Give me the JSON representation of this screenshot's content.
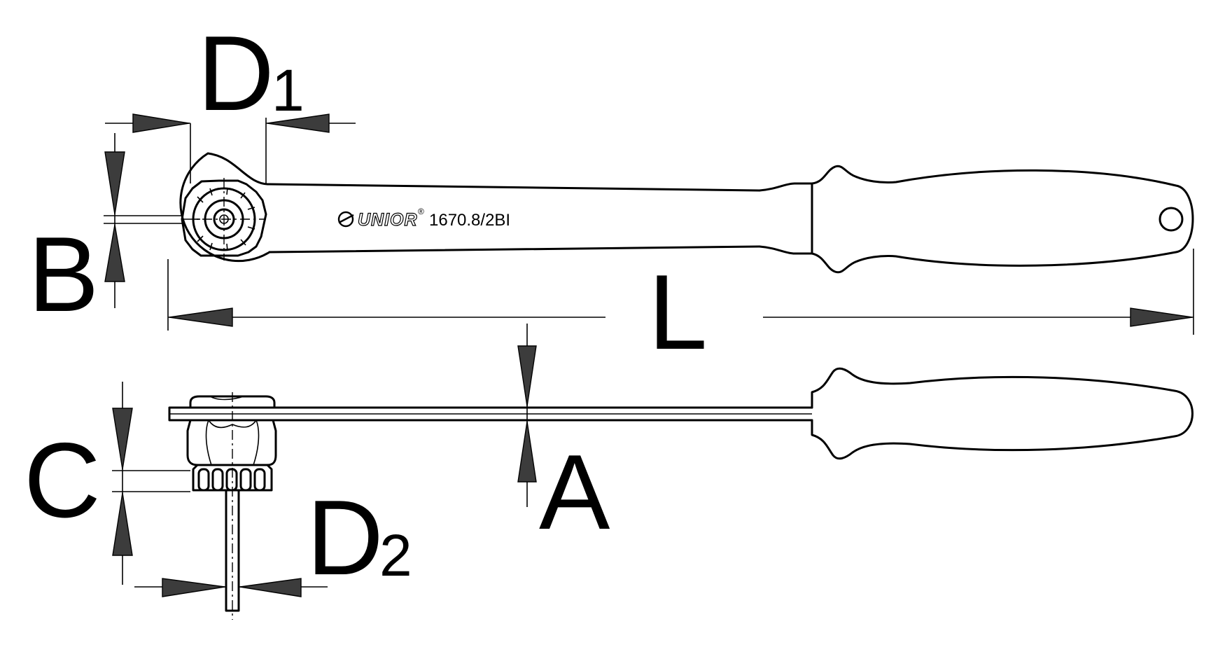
{
  "labels": {
    "d1": "D",
    "d1_sub": "1",
    "b": "B",
    "l": "L",
    "c": "C",
    "a": "A",
    "d2": "D",
    "d2_sub": "2"
  },
  "tool": {
    "brand": "UNIOR",
    "registered": "®",
    "model": "1670.8/2BI"
  },
  "colors": {
    "line": "#000000",
    "arrow_fill": "#3c3c3c",
    "background": "#ffffff"
  }
}
